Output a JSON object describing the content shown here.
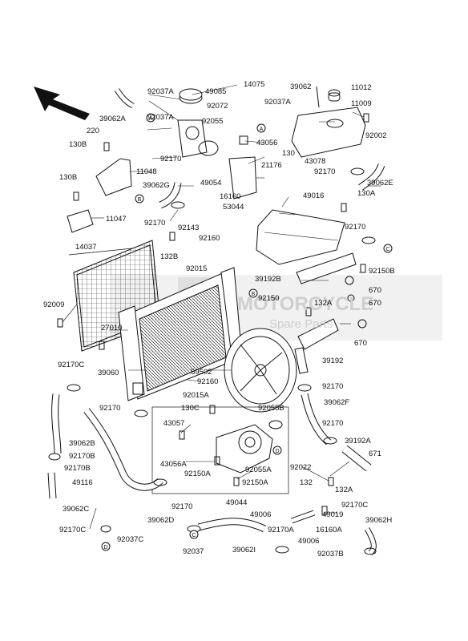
{
  "watermark": {
    "line1": "MOTORCYCLE",
    "line2": "Spare Parts"
  },
  "callout_markers": [
    "A",
    "A",
    "B",
    "B",
    "C",
    "C",
    "D",
    "D"
  ],
  "colors": {
    "ink": "#111111",
    "watermark": "#cccccc"
  },
  "part_labels": {
    "p14075": "14075",
    "p39062_top": "39062",
    "p11012": "11012",
    "p92037a_1": "92037A",
    "p49085": "49085",
    "p92072": "92072",
    "p92037a_2": "92037A",
    "p11009": "11009",
    "p39062a": "39062A",
    "p92037a_3": "92037A",
    "p92055": "92055",
    "p220": "220",
    "p130b_1": "130B",
    "p43056": "43056",
    "p130": "130",
    "p92002": "92002",
    "p43078": "43078",
    "p21176": "21176",
    "p92170_1": "92170",
    "p11048": "11048",
    "p49054": "49054",
    "p39062e": "39062E",
    "p130b_2": "130B",
    "p39062g": "39062G",
    "p16160": "16160",
    "p49016": "49016",
    "p130a_1": "130A",
    "p53044": "53044",
    "p11047": "11047",
    "p92170_2": "92170",
    "p92143": "92143",
    "p92170_3": "92170",
    "p14037": "14037",
    "p92160_1": "92160",
    "p132b": "132B",
    "p92150b": "92150B",
    "p92015": "92015",
    "p39192b": "39192B",
    "p670_1": "670",
    "p92150": "92150",
    "p670_2": "670",
    "p132a_1": "132A",
    "p92009": "92009",
    "p27010": "27010",
    "p670_3": "670",
    "p39192": "39192",
    "p92170c_1": "92170C",
    "p39060": "39060",
    "p59502": "59502",
    "p92160_2": "92160",
    "p92170_4": "92170",
    "p92015a": "92015A",
    "p39062f": "39062F",
    "p92170_5": "92170",
    "p130c": "130C",
    "p92055b": "92055B",
    "p43057": "43057",
    "p92170_6": "92170",
    "p39062b": "39062B",
    "p39192a": "39192A",
    "p92170b": "92170B",
    "p92022": "92022",
    "p671": "671",
    "p92170b_2": "92170B",
    "p43056a": "43056A",
    "p92055a": "92055A",
    "p49116": "49116",
    "p92150a_1": "92150A",
    "p92150a_2": "92150A",
    "p132": "132",
    "p132a_2": "132A",
    "p39062c": "39062C",
    "p92170_7": "92170",
    "p49044": "49044",
    "p92170c_2": "92170C",
    "p49006_1": "49006",
    "p49019": "49019",
    "p39062d": "39062D",
    "p92170a": "92170A",
    "p16160a": "16160A",
    "p39062h": "39062H",
    "p92170c_3": "92170C",
    "p92037c": "92037C",
    "p49006_2": "49006",
    "p92037": "92037",
    "p39062i": "39062I",
    "p92037b": "92037B"
  }
}
